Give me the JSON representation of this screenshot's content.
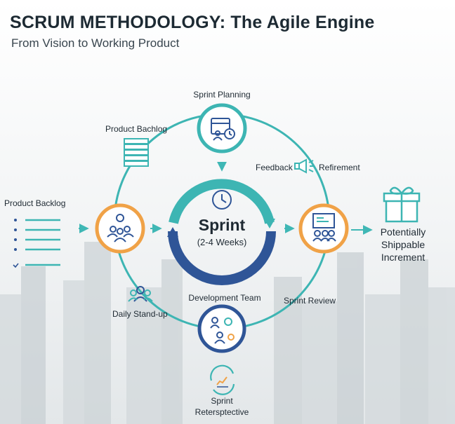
{
  "header": {
    "title": "SCRUM METHODOLOGY: The Agile Engine",
    "subtitle": "From Vision to Working Product"
  },
  "nodes": {
    "sprint_planning": "Sprint Planning",
    "product_bachlog": "Product Bachlog",
    "product_backlog": "Product Backlog",
    "feedback": "Feedback",
    "refirement": "Refirement",
    "sprint": "Sprint",
    "sprint_duration": "(2-4 Weeks)",
    "potentially": "Potentially",
    "shippable": "Shippable",
    "increment": "Increment",
    "development_team": "Development Team",
    "daily_standup": "Daily Stand-up",
    "sprint_review": "Sprint Review",
    "retro_line1": "Sprint",
    "retro_line2": "Retersptective"
  },
  "colors": {
    "teal": "#3db5b3",
    "orange": "#f0a247",
    "navy": "#2f5597",
    "arrow": "#3fb7b5"
  },
  "icons": [
    "calendar-clock-icon",
    "document-stack-icon",
    "backlog-list-icon",
    "meeting-icon",
    "megaphone-icon",
    "clock-icon",
    "presentation-icon",
    "gift-icon",
    "team-gears-icon",
    "people-icon",
    "chart-cycle-icon"
  ]
}
